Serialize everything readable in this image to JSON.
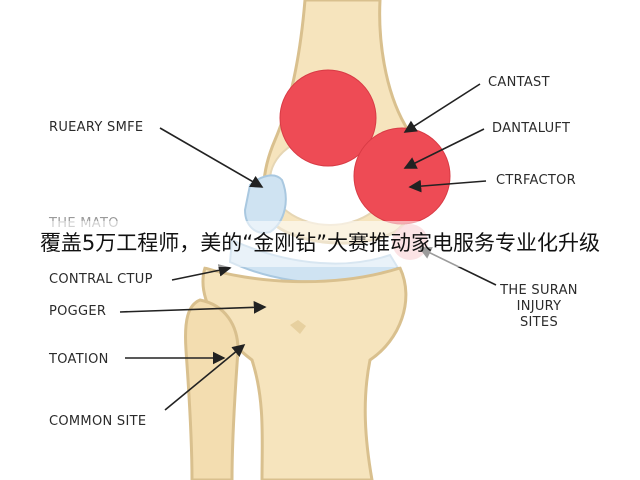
{
  "labels": {
    "rueary_smfe": "RUEARY SMFE",
    "the_mato": "THE MATO",
    "contral_ctup": "CONTRAL CTUP",
    "pogger": "POGGER",
    "toation": "TOATION",
    "common_site": "COMMON SITE",
    "cantast": "CANTAST",
    "dantaluft": "DANTALUFT",
    "ctrfactor": "CTRFACTOR",
    "injury_line1": "THE SURAN",
    "injury_line2": "INJURY",
    "injury_line3": "SITES"
  },
  "caption": "覆盖5万工程师，美的“金刚钻”大赛推动家电服务专业化升级",
  "colors": {
    "bone": "#f6e4bd",
    "bone_outline": "#d9c08e",
    "injury_red": "#ee4b55",
    "cartilage_blue": "#cfe3f2",
    "arrow": "#222222"
  }
}
